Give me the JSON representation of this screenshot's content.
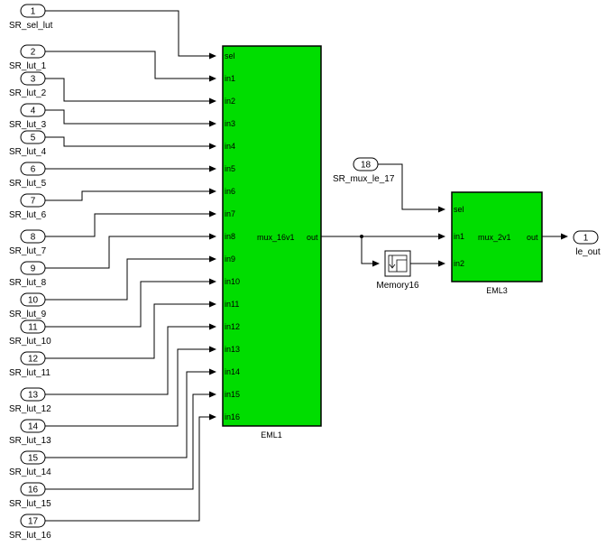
{
  "inports": [
    {
      "num": "1",
      "label": "SR_sel_lut"
    },
    {
      "num": "2",
      "label": "SR_lut_1"
    },
    {
      "num": "3",
      "label": "SR_lut_2"
    },
    {
      "num": "4",
      "label": "SR_lut_3"
    },
    {
      "num": "5",
      "label": "SR_lut_4"
    },
    {
      "num": "6",
      "label": "SR_lut_5"
    },
    {
      "num": "7",
      "label": "SR_lut_6"
    },
    {
      "num": "8",
      "label": "SR_lut_7"
    },
    {
      "num": "9",
      "label": "SR_lut_8"
    },
    {
      "num": "10",
      "label": "SR_lut_9"
    },
    {
      "num": "11",
      "label": "SR_lut_10"
    },
    {
      "num": "12",
      "label": "SR_lut_11"
    },
    {
      "num": "13",
      "label": "SR_lut_12"
    },
    {
      "num": "14",
      "label": "SR_lut_13"
    },
    {
      "num": "15",
      "label": "SR_lut_14"
    },
    {
      "num": "16",
      "label": "SR_lut_15"
    },
    {
      "num": "17",
      "label": "SR_lut_16"
    },
    {
      "num": "18",
      "label": "SR_mux_le_17"
    }
  ],
  "eml1": {
    "name": "EML1",
    "function": "mux_16v1",
    "in_ports": [
      "sel",
      "in1",
      "in2",
      "in3",
      "in4",
      "in5",
      "in6",
      "in7",
      "in8",
      "in9",
      "in10",
      "in11",
      "in12",
      "in13",
      "in14",
      "in15",
      "in16"
    ],
    "out_port": "out"
  },
  "eml3": {
    "name": "EML3",
    "function": "mux_2v1",
    "in_ports": [
      "sel",
      "in1",
      "in2"
    ],
    "out_port": "out"
  },
  "memory": {
    "name": "Memory16"
  },
  "outport": {
    "num": "1",
    "label": "le_out"
  },
  "colors": {
    "block_fill": "#00dd00",
    "line": "#000000"
  }
}
